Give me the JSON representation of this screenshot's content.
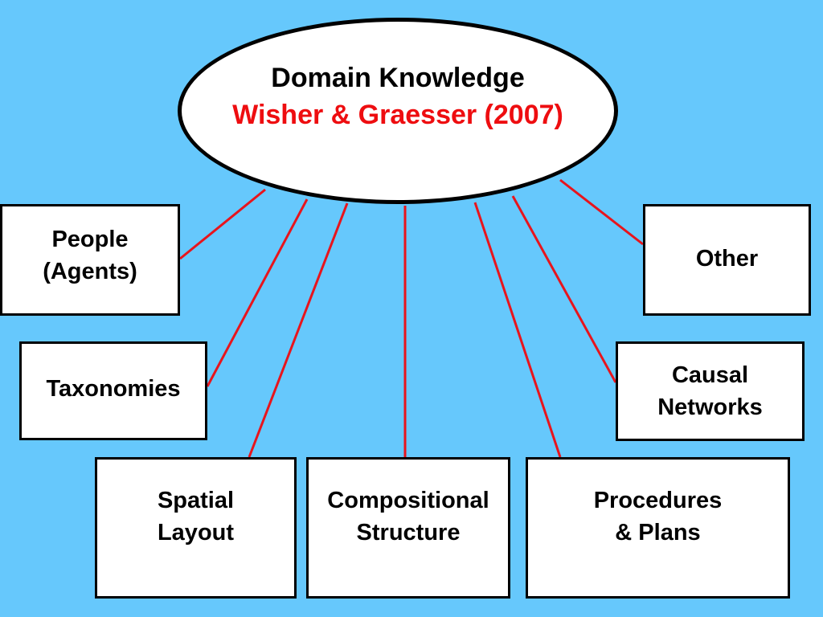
{
  "colors": {
    "background": "#66c8fc",
    "connector": "#e8141c",
    "accent_text": "#ee0d10"
  },
  "hub": {
    "title": "Domain Knowledge",
    "subtitle": "Wisher & Graesser (2007)"
  },
  "nodes": {
    "people": "People\n(Agents)",
    "taxonomies": "Taxonomies",
    "spatial_layout": "Spatial\nLayout",
    "compositional_structure": "Compositional\nStructure",
    "procedures_plans": "Procedures\n& Plans",
    "causal_networks": "Causal\nNetworks",
    "other": "Other"
  }
}
